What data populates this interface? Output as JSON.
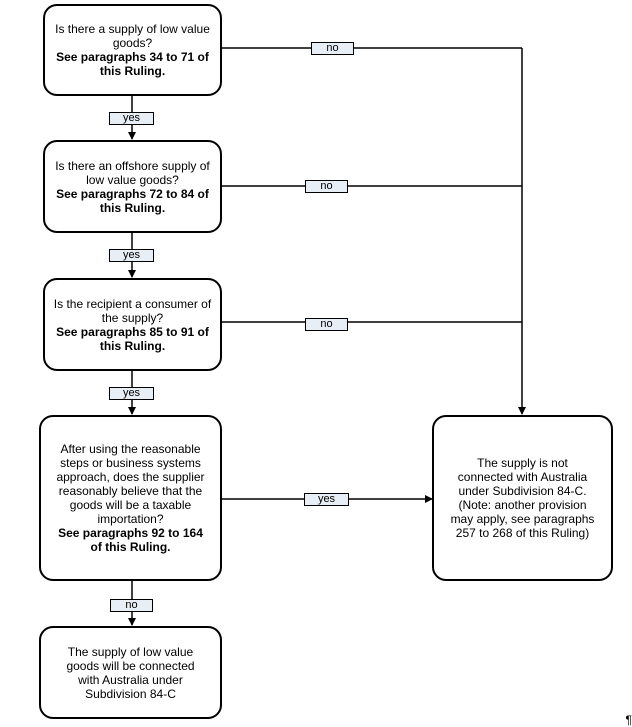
{
  "boxes": {
    "q1": {
      "question": "Is there a supply of low value goods?",
      "reference": "See paragraphs 34 to 71 of this Ruling."
    },
    "q2": {
      "question": "Is there an offshore supply of low value goods?",
      "reference": "See paragraphs 72 to 84 of this Ruling."
    },
    "q3": {
      "question": "Is the recipient a consumer of the supply?",
      "reference": "See paragraphs 85 to 91 of this Ruling."
    },
    "q4": {
      "question": "After using the reasonable steps or business systems approach, does the supplier reasonably believe that the goods will be a taxable importation?",
      "reference": "See paragraphs 92 to 164 of this Ruling."
    },
    "connected": {
      "text": "The supply of low value goods will be connected with Australia under Subdivision 84-C"
    },
    "not_connected": {
      "text": "The supply is not connected with Australia under Subdivision 84-C. (Note:  another provision may apply, see paragraphs 257 to 268 of this Ruling)"
    }
  },
  "labels": {
    "yes": "yes",
    "no": "no"
  },
  "end_mark": "¶"
}
